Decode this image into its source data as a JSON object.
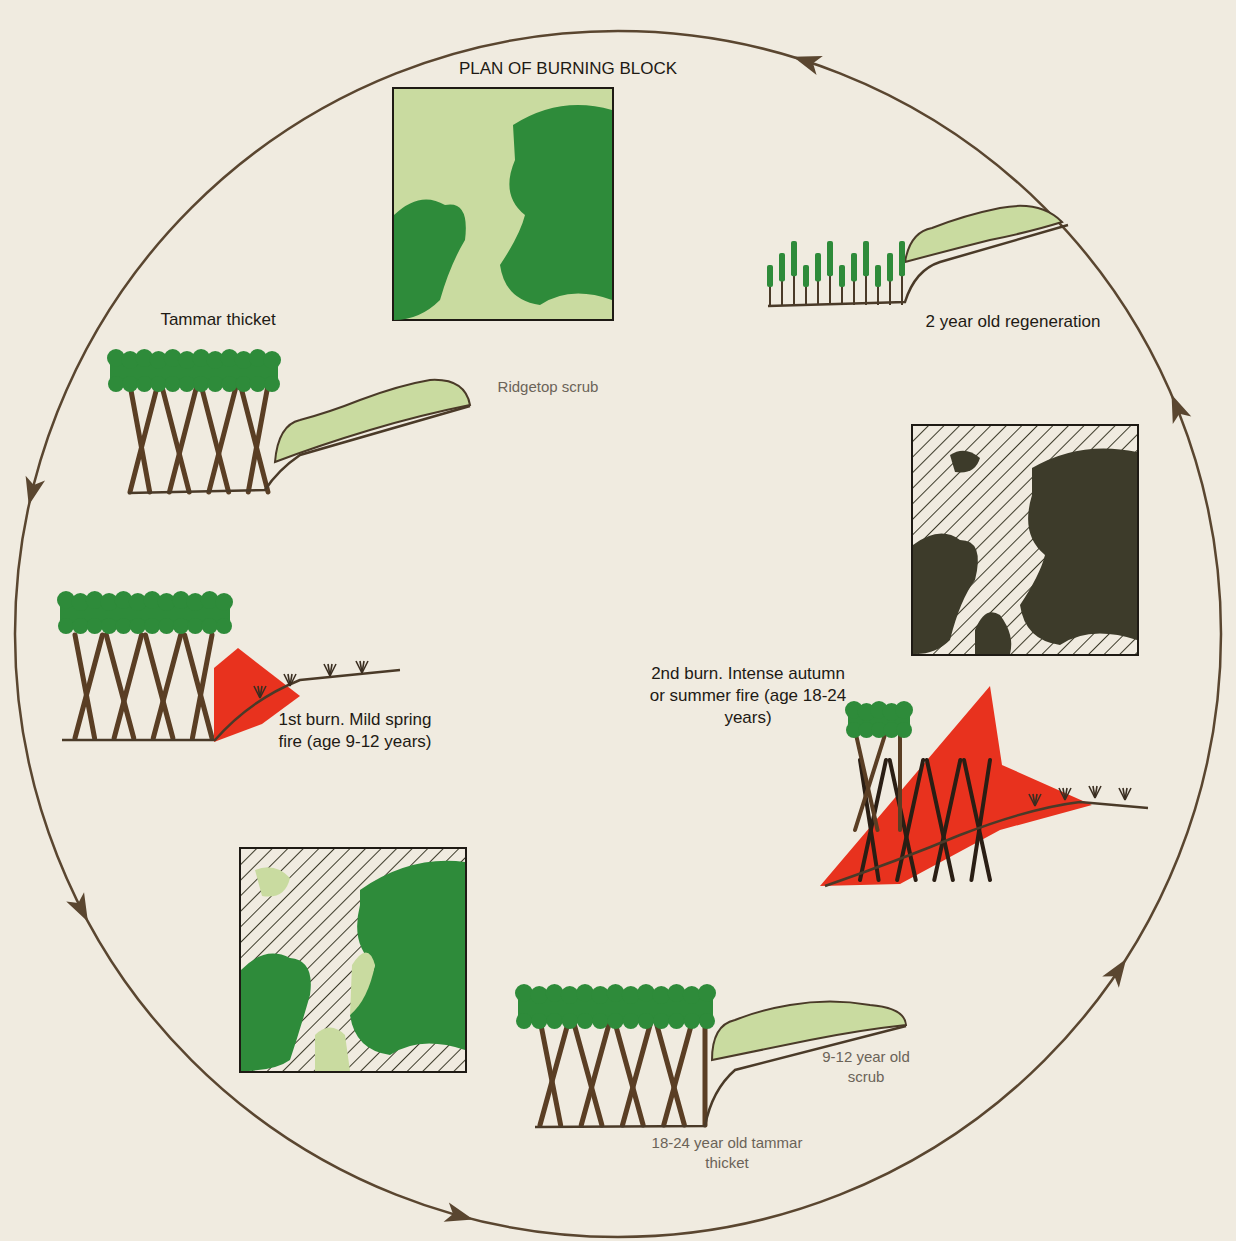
{
  "diagram": {
    "title": "PLAN OF BURNING BLOCK",
    "labels": [
      "Tammar thicket",
      "Ridgetop scrub",
      "2 year old regeneration",
      "2nd burn. Intense autumn or summer fire (age 18-24 years)",
      "1st burn. Mild spring fire (age 9-12 years)",
      "9-12 year old scrub",
      "18-24 year old tammar thicket"
    ]
  }
}
